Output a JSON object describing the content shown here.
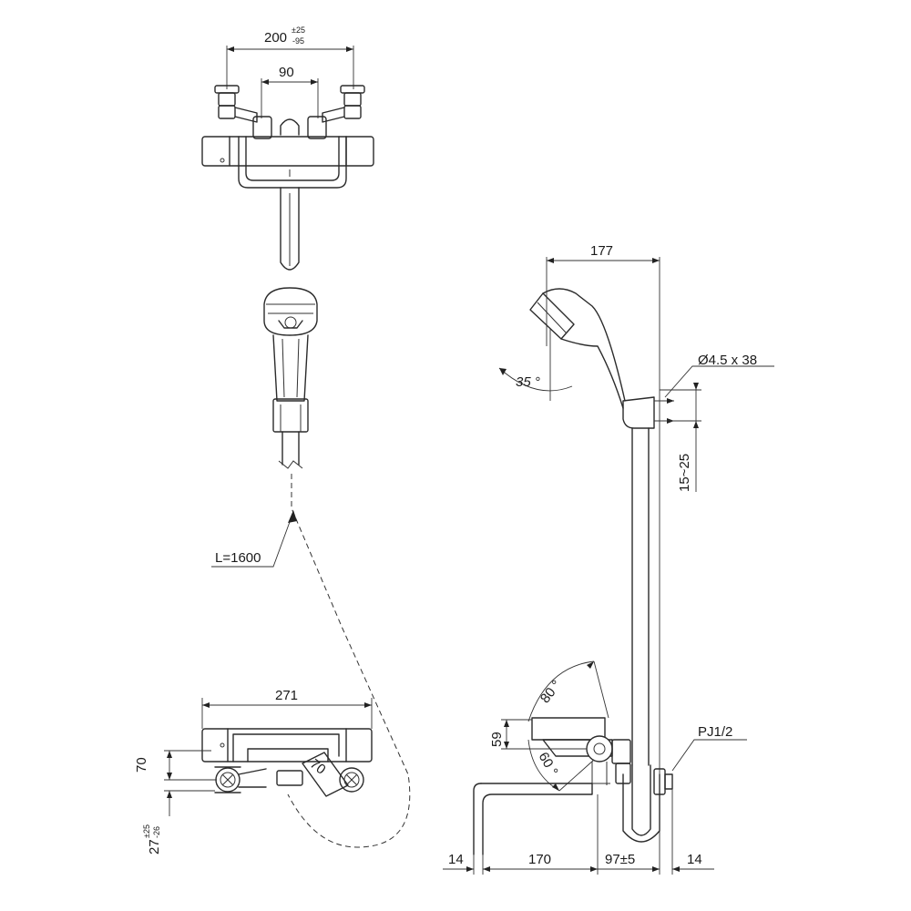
{
  "top_view": {
    "width_main": "200",
    "width_tol_plus": "±25",
    "width_tol_minus": "-95",
    "spacing": "90"
  },
  "hand_shower": {
    "hose_length": "L=1600"
  },
  "front_view": {
    "body_length": "271",
    "height": "70",
    "offset_main": "27",
    "offset_tol_plus": "±25",
    "offset_tol_minus": "-26",
    "handle_dim": "70"
  },
  "side_view": {
    "reach": "177",
    "head_angle": "35 °",
    "screw_spec": "Ø4.5 x 38",
    "bracket_range": "15~25",
    "handle_angle_up": "80 °",
    "handle_angle_down": "60 °",
    "spout_height": "59",
    "pipe_thread": "PJ1/2",
    "dim_left": "14",
    "dim_spout": "170",
    "dim_wall": "97±5",
    "dim_right": "14"
  }
}
